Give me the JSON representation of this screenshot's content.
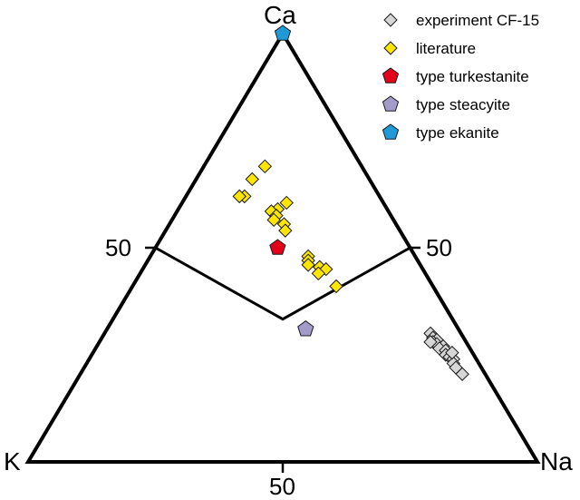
{
  "chart_data": {
    "type": "scatter",
    "ternary": true,
    "vertices": {
      "top": "Ca",
      "left": "K",
      "right": "Na"
    },
    "tick_labels": {
      "left": "50",
      "right": "50",
      "bottom": "50"
    },
    "boundaries": [
      {
        "from": {
          "Ca": 50,
          "K": 50,
          "Na": 0
        },
        "to": {
          "Ca": 33.3,
          "K": 33.3,
          "Na": 33.3
        }
      },
      {
        "from": {
          "Ca": 50,
          "K": 0,
          "Na": 50
        },
        "to": {
          "Ca": 33.3,
          "K": 33.3,
          "Na": 33.3
        }
      }
    ],
    "legend_position": "top-right",
    "series": [
      {
        "name": "experiment CF-15",
        "marker": "diamond",
        "color": "#d6d6d6",
        "points": [
          {
            "Ca": 30,
            "K": 6,
            "Na": 64
          },
          {
            "Ca": 29,
            "K": 6,
            "Na": 65
          },
          {
            "Ca": 28.5,
            "K": 5.5,
            "Na": 66
          },
          {
            "Ca": 28,
            "K": 6.5,
            "Na": 65.5
          },
          {
            "Ca": 27.5,
            "K": 6,
            "Na": 66.5
          },
          {
            "Ca": 27,
            "K": 5,
            "Na": 68
          },
          {
            "Ca": 26.5,
            "K": 6,
            "Na": 67.5
          },
          {
            "Ca": 26,
            "K": 5,
            "Na": 69
          },
          {
            "Ca": 25,
            "K": 5.5,
            "Na": 69.5
          },
          {
            "Ca": 24.5,
            "K": 5,
            "Na": 70.5
          },
          {
            "Ca": 24,
            "K": 4.5,
            "Na": 71.5
          },
          {
            "Ca": 23,
            "K": 5,
            "Na": 72
          },
          {
            "Ca": 22,
            "K": 5,
            "Na": 73
          },
          {
            "Ca": 20.5,
            "K": 4.5,
            "Na": 75
          },
          {
            "Ca": 28,
            "K": 7,
            "Na": 65
          },
          {
            "Ca": 25.5,
            "K": 4,
            "Na": 70.5
          }
        ]
      },
      {
        "name": "literature",
        "marker": "diamond",
        "color": "#ffe600",
        "points": [
          {
            "Ca": 69,
            "K": 19,
            "Na": 12
          },
          {
            "Ca": 66,
            "K": 23,
            "Na": 11
          },
          {
            "Ca": 62,
            "K": 26.5,
            "Na": 11.5
          },
          {
            "Ca": 62,
            "K": 27.5,
            "Na": 10.5
          },
          {
            "Ca": 60.5,
            "K": 19,
            "Na": 20.5
          },
          {
            "Ca": 59,
            "K": 21.5,
            "Na": 19.5
          },
          {
            "Ca": 58.5,
            "K": 23,
            "Na": 18.5
          },
          {
            "Ca": 57.5,
            "K": 22.5,
            "Na": 20
          },
          {
            "Ca": 56.5,
            "K": 23.5,
            "Na": 20
          },
          {
            "Ca": 55.5,
            "K": 22,
            "Na": 22.5
          },
          {
            "Ca": 54,
            "K": 22.5,
            "Na": 23.5
          },
          {
            "Ca": 48,
            "K": 21,
            "Na": 31
          },
          {
            "Ca": 47,
            "K": 21.5,
            "Na": 31.5
          },
          {
            "Ca": 46,
            "K": 22,
            "Na": 32
          },
          {
            "Ca": 45.5,
            "K": 20,
            "Na": 34.5
          },
          {
            "Ca": 45,
            "K": 19,
            "Na": 36
          },
          {
            "Ca": 44,
            "K": 21,
            "Na": 35
          },
          {
            "Ca": 41,
            "K": 19,
            "Na": 40
          }
        ]
      },
      {
        "name": "type turkestanite",
        "marker": "pentagon",
        "color": "#e3001b",
        "points": [
          {
            "Ca": 50,
            "K": 26,
            "Na": 24
          }
        ]
      },
      {
        "name": "type steacyite",
        "marker": "pentagon",
        "color": "#a39ccb",
        "points": [
          {
            "Ca": 31,
            "K": 30,
            "Na": 39
          }
        ]
      },
      {
        "name": "type ekanite",
        "marker": "pentagon",
        "color": "#1f9ad6",
        "points": [
          {
            "Ca": 100,
            "K": 0,
            "Na": 0
          }
        ]
      }
    ]
  }
}
